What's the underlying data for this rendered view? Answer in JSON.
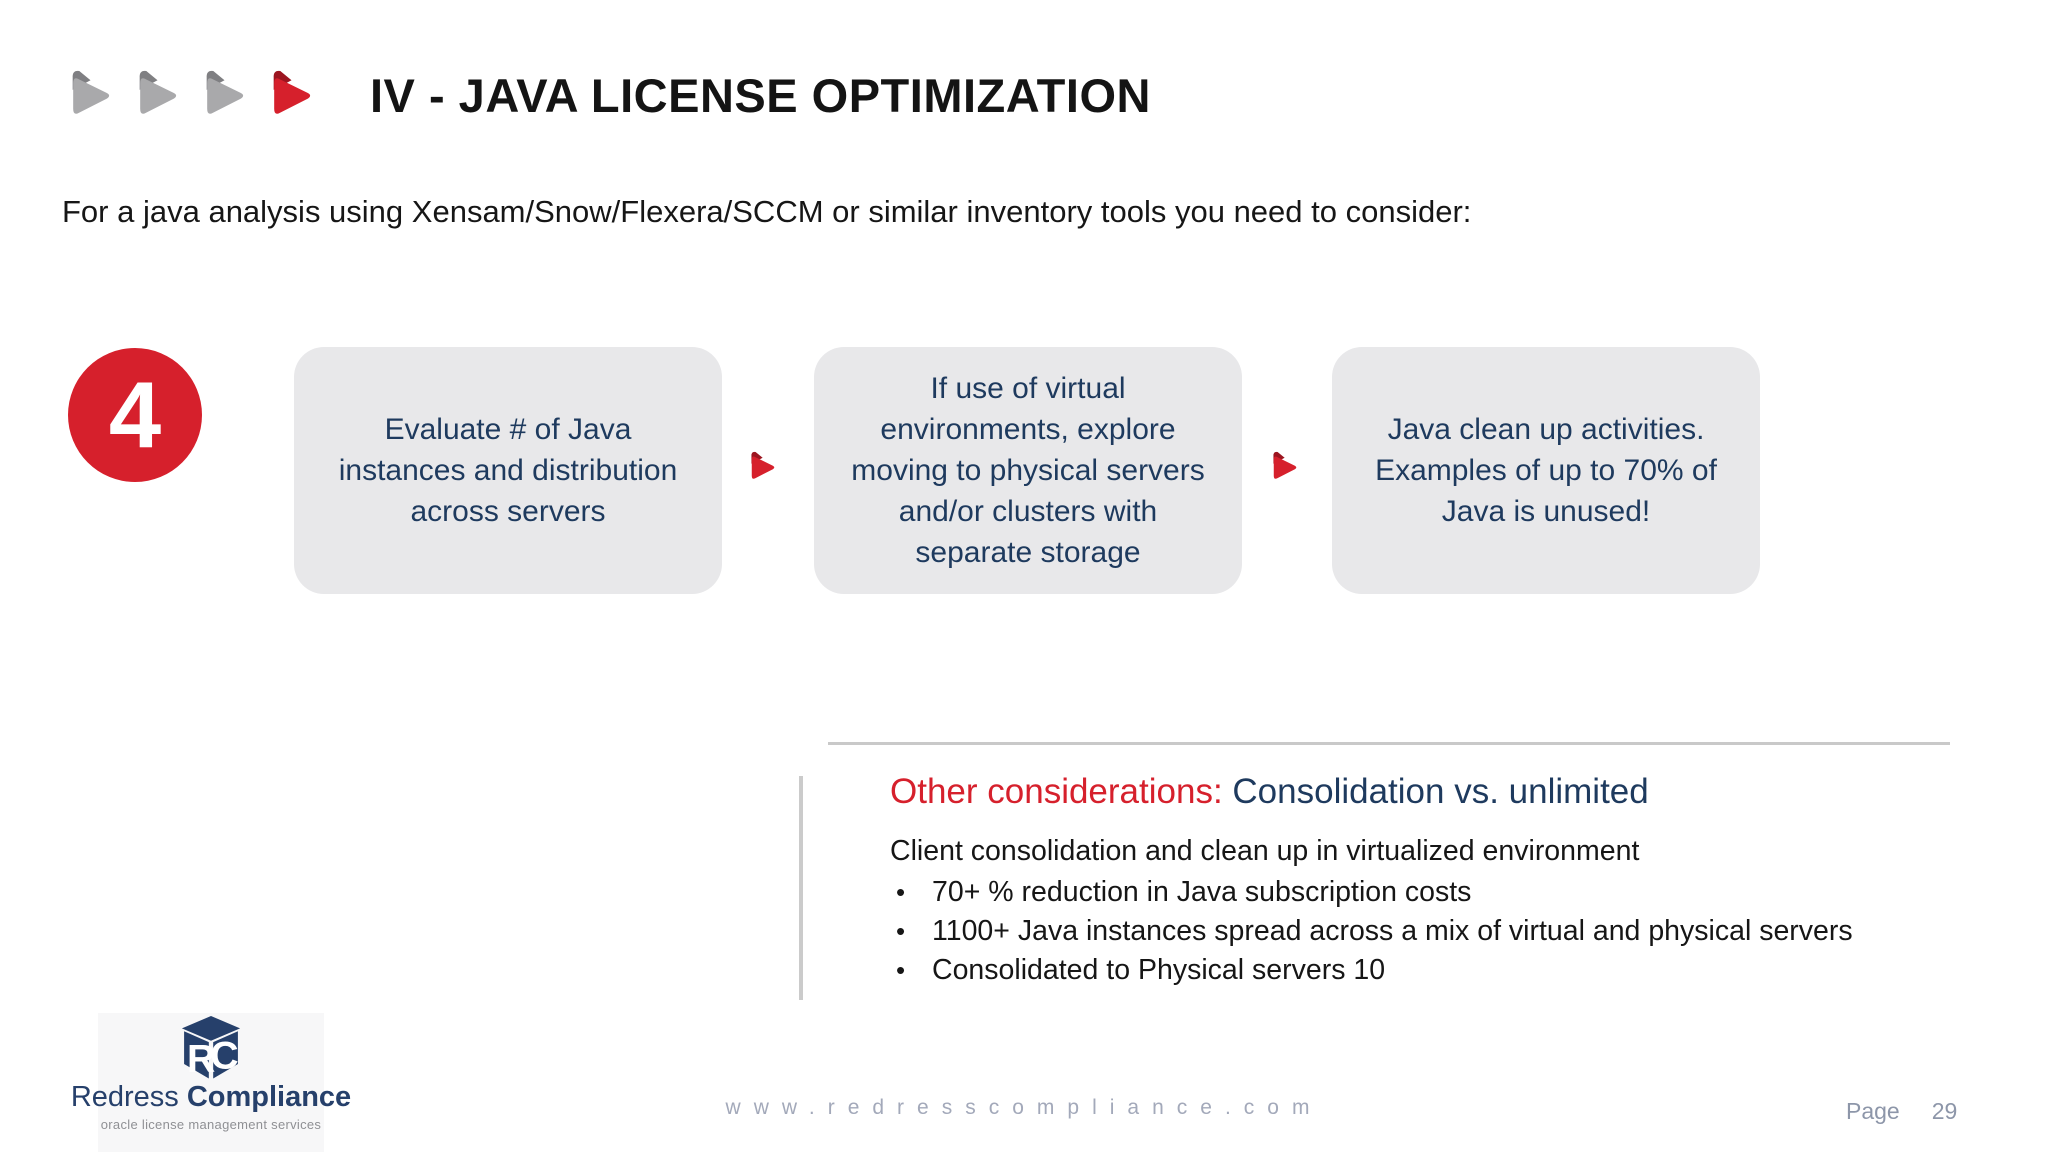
{
  "slide": {
    "title": "IV - JAVA LICENSE OPTIMIZATION",
    "intro": "For a java analysis using Xensam/Snow/Flexera/SCCM or similar inventory tools you need to consider:",
    "step_number": "4"
  },
  "flow": {
    "boxes": [
      {
        "text": "Evaluate # of Java instances and distribution across servers"
      },
      {
        "text": "If use of virtual environments, explore moving to physical servers and/or clusters with separate storage"
      },
      {
        "text": "Java clean up activities. Examples of up to 70% of Java is unused!"
      }
    ]
  },
  "other": {
    "heading_red": "Other considerations:",
    "heading_navy": " Consolidation vs. unlimited",
    "lead": "Client consolidation and clean up in virtualized environment",
    "bullet_glyph": "•",
    "bullets": [
      "70+ % reduction in Java subscription costs",
      "1100+ Java instances spread across a mix of virtual and physical servers",
      "Consolidated to Physical servers 10"
    ]
  },
  "logo": {
    "name_light": "Redress",
    "name_bold": "Compliance",
    "tagline": "oracle license management services"
  },
  "footer": {
    "website": "www.redresscompliance.com",
    "page_label": "Page",
    "page_number": "29"
  },
  "colors": {
    "accent_red": "#d6202c",
    "navy_text": "#1e3a5e",
    "box_gray": "#e8e8ea",
    "arrow_gray": "#a9a9ab"
  }
}
